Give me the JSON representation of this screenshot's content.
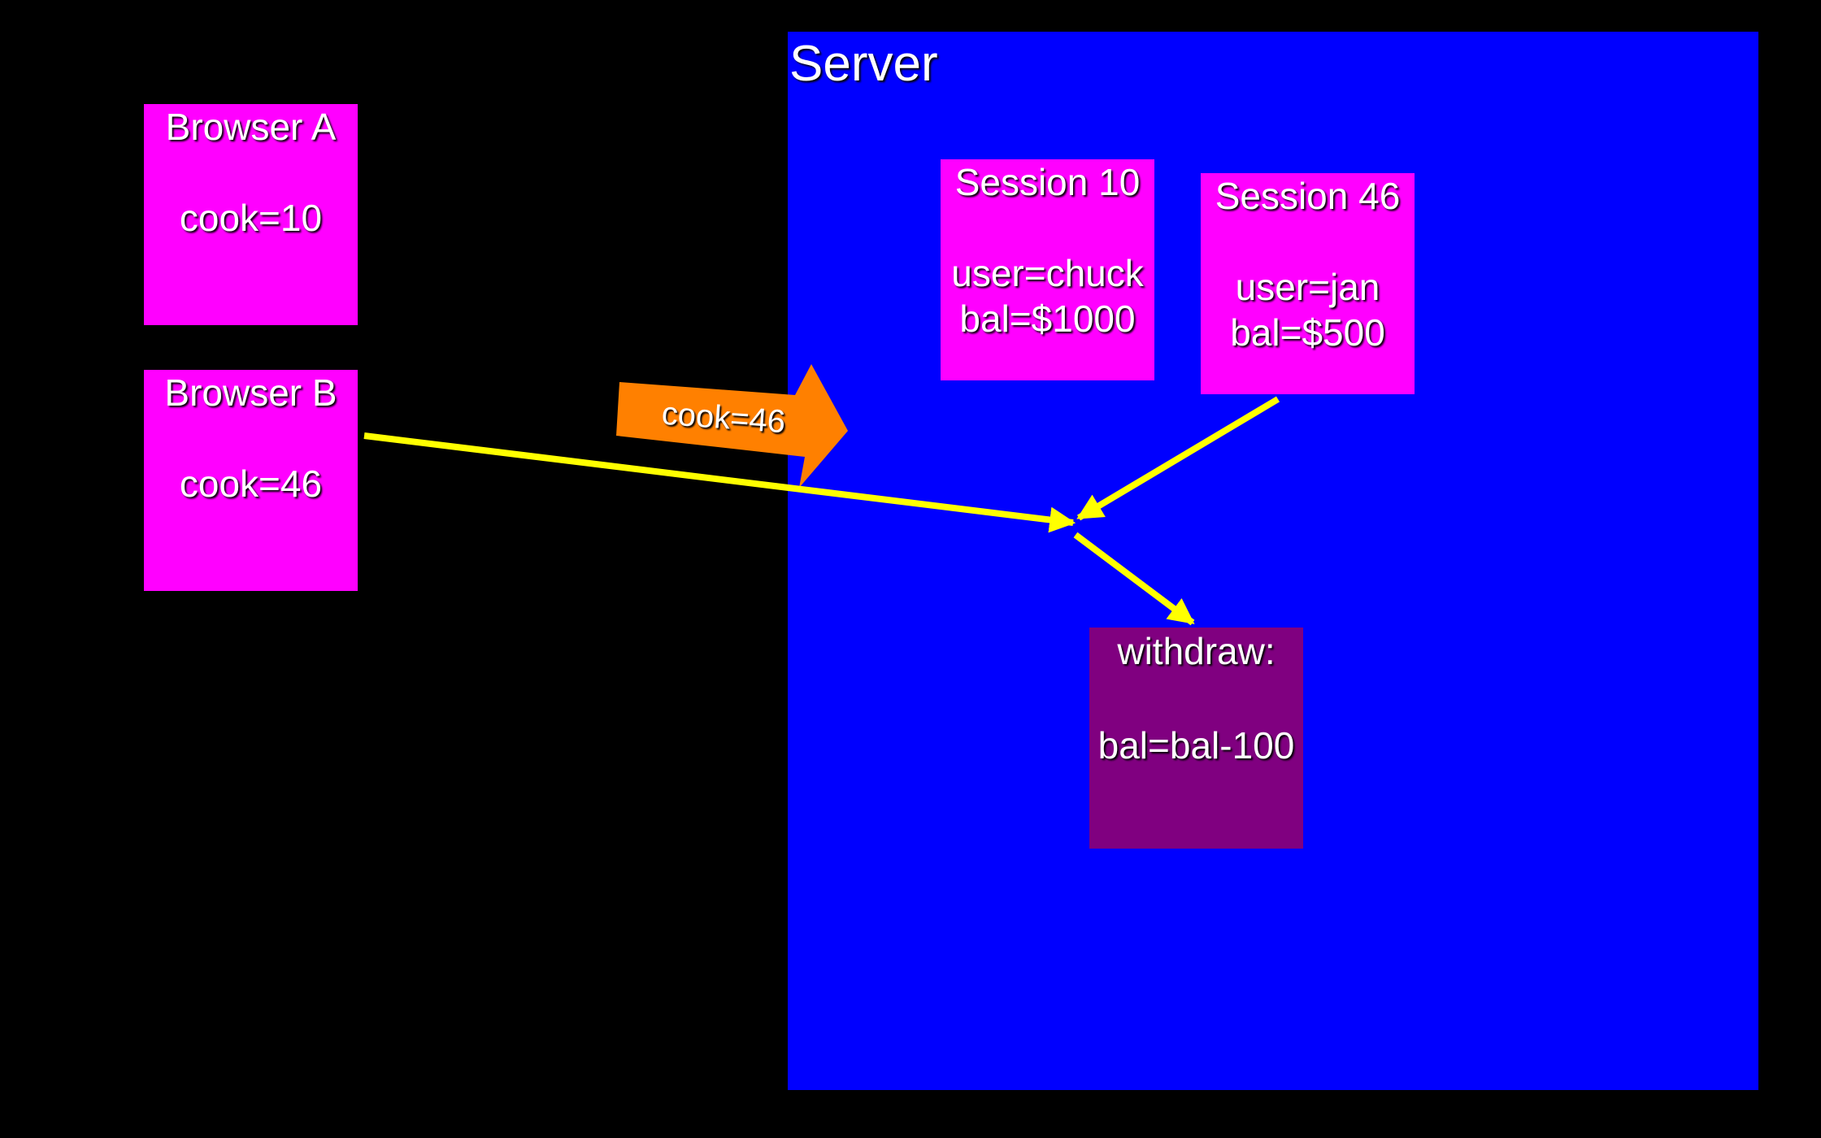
{
  "server": {
    "title": "Server",
    "color": "#0000ff"
  },
  "browser_a": {
    "title": "Browser A",
    "cookie": "cook=10"
  },
  "browser_b": {
    "title": "Browser B",
    "cookie": "cook=46"
  },
  "session_10": {
    "title": "Session 10",
    "user": "user=chuck",
    "balance": "bal=$1000"
  },
  "session_46": {
    "title": "Session 46",
    "user": "user=jan",
    "balance": "bal=$500"
  },
  "withdraw": {
    "title": "withdraw:",
    "code": "bal=bal-100"
  },
  "request_arrow": {
    "label": "cook=46",
    "color": "#ff8000"
  },
  "colors": {
    "background": "#000000",
    "box": "#ff00ff",
    "handler_box": "#800080",
    "connector": "#ffff00"
  }
}
